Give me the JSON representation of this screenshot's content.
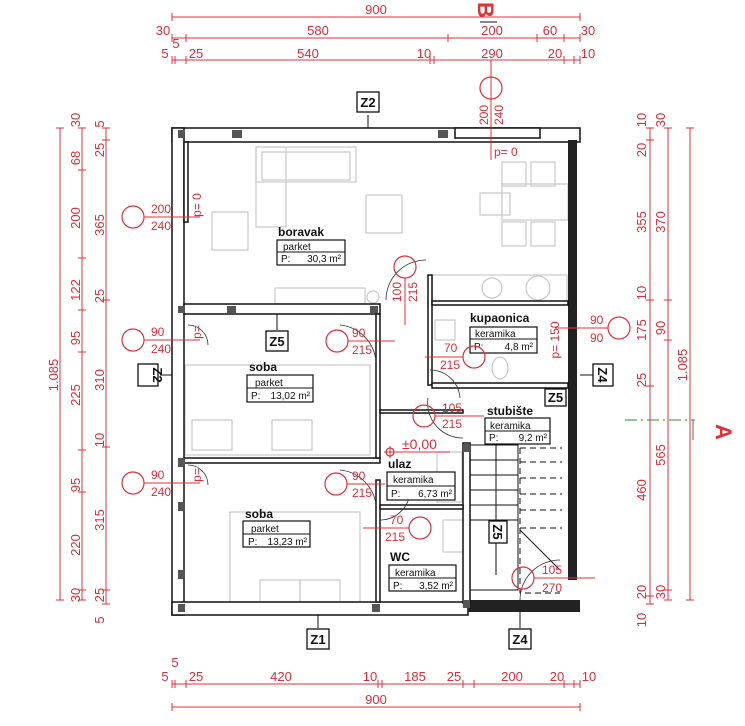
{
  "section_marks": {
    "top": "B",
    "right": "A"
  },
  "dims": {
    "top": {
      "total": "900",
      "row1": [
        "30",
        "580",
        "200",
        "60",
        "30"
      ],
      "row2": [
        "5",
        "5",
        "25",
        "540",
        "10",
        "290",
        "20",
        "10"
      ]
    },
    "bottom": {
      "total": "900",
      "row1": [
        "5",
        "5",
        "25",
        "420",
        "10",
        "185",
        "25",
        "200",
        "20",
        "10"
      ]
    },
    "left": {
      "total": "1.085",
      "col1": [
        "30",
        "68",
        "200",
        "122",
        "95",
        "225",
        "95",
        "220",
        "30"
      ],
      "col2": [
        "5",
        "25",
        "365",
        "25",
        "310",
        "10",
        "315",
        "25",
        "5"
      ]
    },
    "right": {
      "total": "1.085",
      "col1": [
        "10",
        "20",
        "355",
        "10",
        "175",
        "25",
        "460",
        "20",
        "10"
      ],
      "col2": [
        "30",
        "370",
        "90",
        "565",
        "30"
      ]
    }
  },
  "axes": [
    "Z2",
    "Z2",
    "Z5",
    "Z4",
    "Z1",
    "Z4",
    "Z5",
    "Z5"
  ],
  "rooms": [
    {
      "name": "boravak",
      "floor": "parket",
      "area_label": "P:",
      "area": "30,3 m²"
    },
    {
      "name": "soba",
      "floor": "parket",
      "area_label": "P:",
      "area": "13,02 m²"
    },
    {
      "name": "kupaonica",
      "floor": "keramika",
      "area_label": "P:",
      "area": "4,8 m²"
    },
    {
      "name": "stubište",
      "floor": "keramika",
      "area_label": "P:",
      "area": "9,2 m²"
    },
    {
      "name": "ulaz",
      "floor": "keramika",
      "area_label": "P:",
      "area": "6,73 m²"
    },
    {
      "name": "soba",
      "floor": "parket",
      "area_label": "P:",
      "area": "13,23 m²"
    },
    {
      "name": "WC",
      "floor": "keramika",
      "area_label": "P:",
      "area": "3,52 m²"
    }
  ],
  "openings": [
    {
      "w": "200",
      "h": "240",
      "sill": "p= 0"
    },
    {
      "w": "200",
      "h": "240",
      "sill": "p= 0"
    },
    {
      "w": "90",
      "h": "240",
      "sill": "p="
    },
    {
      "w": "90",
      "h": "240",
      "sill": "p="
    },
    {
      "w": "100",
      "h": "215"
    },
    {
      "w": "90",
      "h": "215"
    },
    {
      "w": "70",
      "h": "215"
    },
    {
      "w": "90",
      "h": "90",
      "sill": "p= 150"
    },
    {
      "w": "105",
      "h": "215"
    },
    {
      "w": "90",
      "h": "215"
    },
    {
      "w": "70",
      "h": "215"
    },
    {
      "w": "105",
      "h": "270"
    }
  ],
  "level": "±0,00",
  "colors": {
    "dimension": "#e0303a",
    "wall": "#111111",
    "furniture": "#c8c8c8",
    "section_line": "#2e8b2e"
  }
}
